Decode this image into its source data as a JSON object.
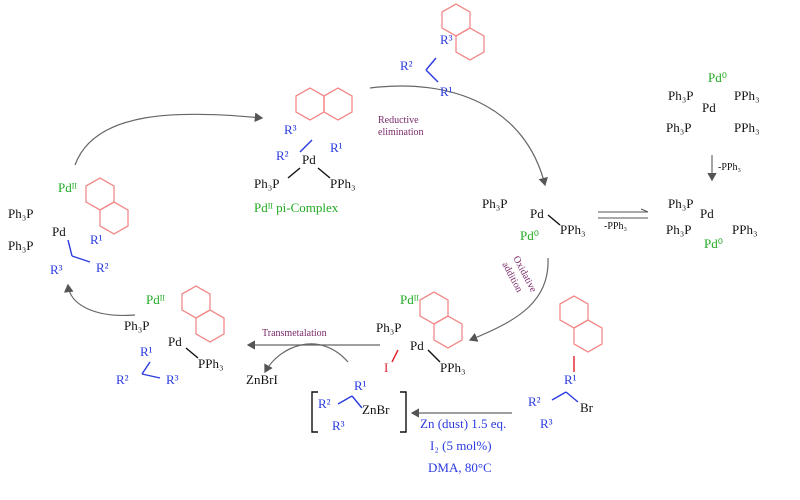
{
  "labels": {
    "ph3p": "Ph₃P",
    "pph3": "PPh₃",
    "pd": "Pd",
    "r1": "R¹",
    "r2": "R²",
    "r3": "R³",
    "pd_zero": "Pd⁰",
    "pd_two": "Pdᴵᴵ",
    "pd_two_pi_complex": "Pdᴵᴵ pi-Complex",
    "minus_pph3": "-PPh₃",
    "iodide": "I",
    "znbr": "ZnBr",
    "br": "Br",
    "znbri": "ZnBrI"
  },
  "steps": {
    "reductive_elimination": [
      "Reductive",
      "elimination"
    ],
    "oxidative_addition": [
      "Oxidative",
      "addition"
    ],
    "transmetalation": "Transmetalation"
  },
  "conditions": {
    "zn": "Zn (dust) 1.5 eq.",
    "i2": "I₂ (5 mol%)",
    "solvent": "DMA, 80°C"
  },
  "colors": {
    "ring": "#f28a8a",
    "blue": "#2b3be0",
    "green": "#22aa22",
    "red": "#e0202a",
    "step_text": "#7a2a6a"
  }
}
